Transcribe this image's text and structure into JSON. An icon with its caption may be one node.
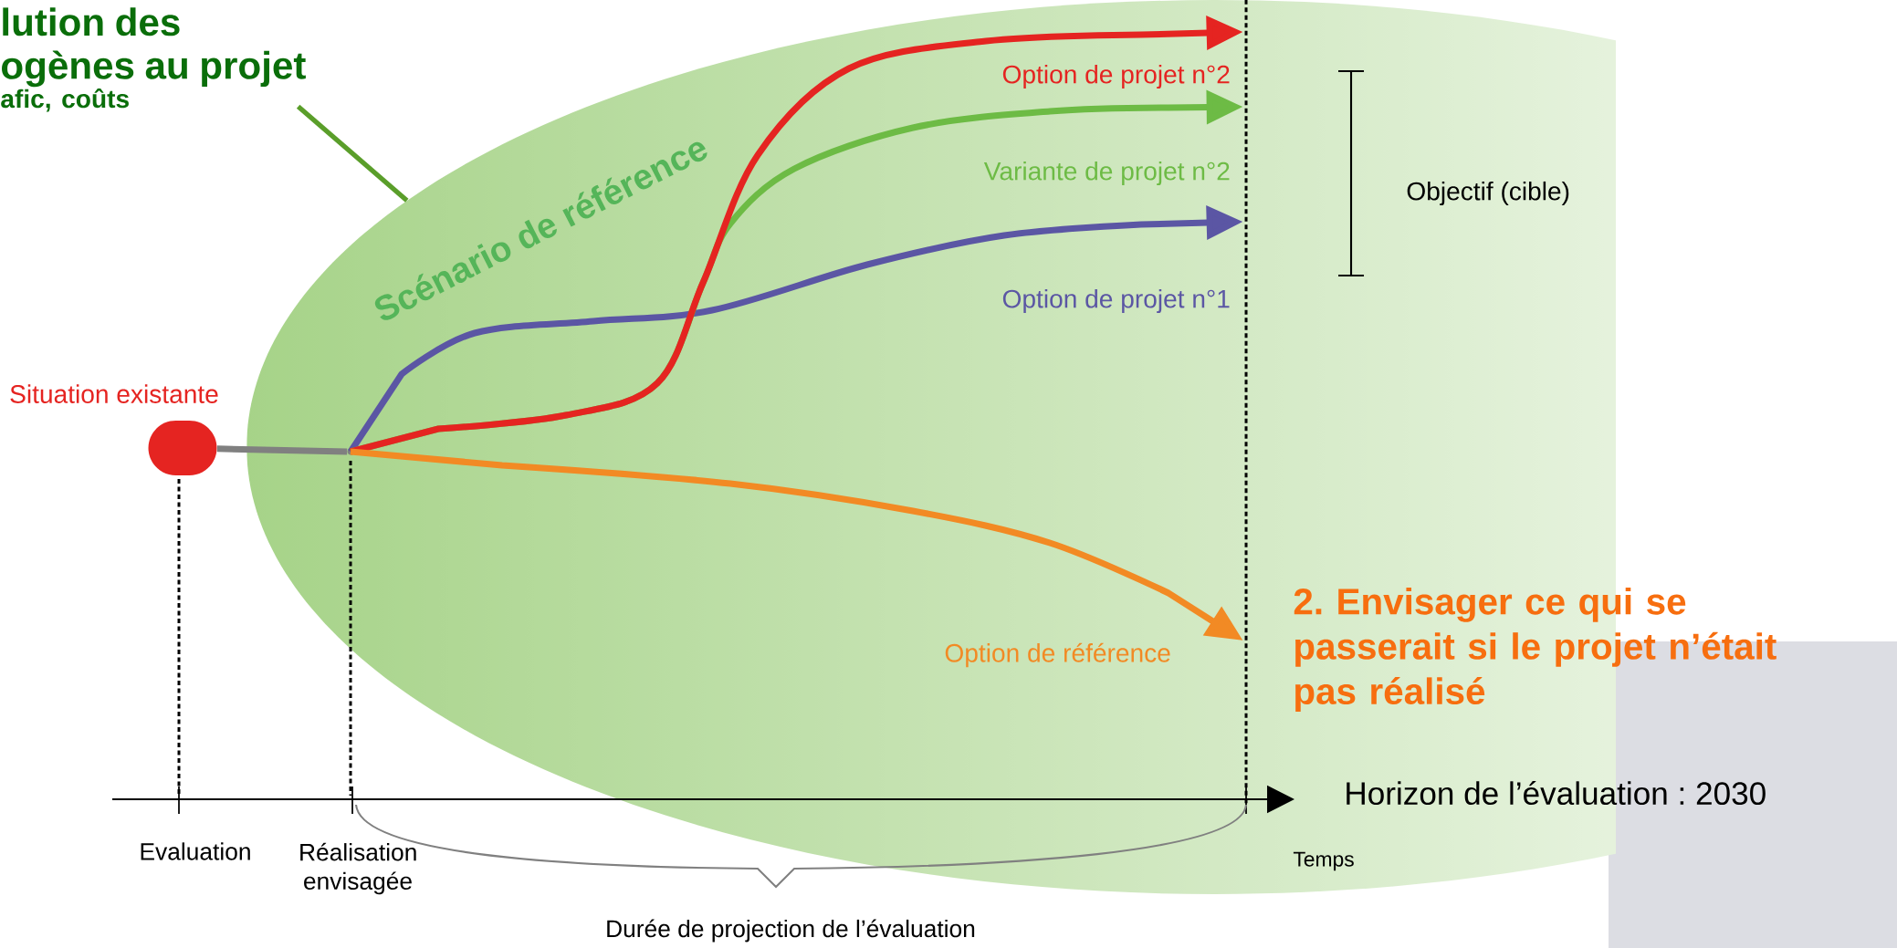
{
  "diagram": {
    "nodes": [
      {
        "text": [
          "Scénario de référence"
        ]
      },
      {
        "text": [
          "lution des ogènes au projet",
          "afic, coûts"
        ]
      },
      {
        "text": [
          "Situation existante"
        ]
      },
      {
        "text": [],
        "shape": "circle"
      },
      {
        "text": [],
        "shape": "line"
      }
    ],
    "edges": [
      {
        "from": 1,
        "to": 0,
        "arrow": "none",
        "color": "#5a9e2a"
      },
      {
        "from": 2,
        "to": 3,
        "arrow": "none",
        "color": "#808080"
      },
      {
        "from": 3,
        "to": 4,
        "arrow": "to",
        "color": "#e52421",
        "label": "Option de projet n°2"
      },
      {
        "from": 3,
        "to": 4,
        "arrow": "to",
        "color": "#6dbb45",
        "label": "Variante de projet n°2"
      },
      {
        "from": 3,
        "to": 4,
        "arrow": "to",
        "color": "#5b56a4",
        "label": "Option de projet n°1"
      },
      {
        "from": 3,
        "to": 4,
        "arrow": "to",
        "color": "#f28a24",
        "label": "Option de référence"
      }
    ],
    "labels": [
      "Objectif (cible)",
      "Evaluation",
      "Réalisation envisagée",
      "Temps",
      "Durée de projection de l’évaluation",
      "2. Envisager ce qui se passerait si le projet n’était pas réalisé",
      "Horizon de l’évaluation : 2030"
    ]
  }
}
